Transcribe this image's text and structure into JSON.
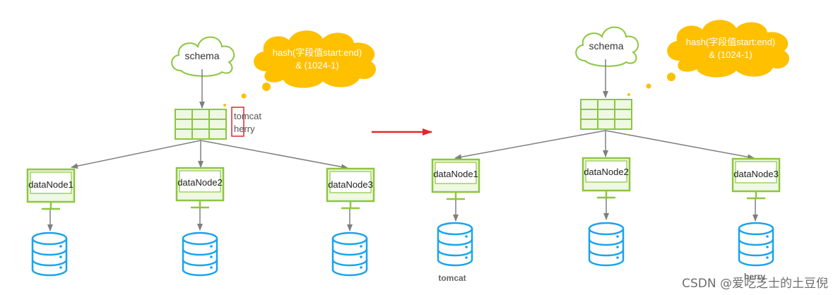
{
  "colors": {
    "green_stroke": "#8dc63f",
    "green_fill": "#eef8e2",
    "cloud_yellow": "#ffc000",
    "arrow_gray": "#7f7f7f",
    "db_blue": "#1aa3f0",
    "red_arrow": "#e3262d",
    "red_box": "#e3262d"
  },
  "left": {
    "schema_label": "schema",
    "hash_line1": "hash(字段值start:end)",
    "hash_line2": "& (1024-1)",
    "values": [
      "tomcat",
      "herry"
    ],
    "nodes": [
      "dataNode1",
      "dataNode2",
      "dataNode3"
    ]
  },
  "right": {
    "schema_label": "schema",
    "hash_line1": "hash(字段值start:end)",
    "hash_line2": "& (1024-1)",
    "nodes": [
      "dataNode1",
      "dataNode2",
      "dataNode3"
    ],
    "db_labels": [
      "tomcat",
      "",
      "herry"
    ]
  },
  "icons": {
    "schema": "cloud-icon",
    "hash": "thought-cloud-icon",
    "table": "table-grid-icon",
    "node": "monitor-icon",
    "db": "database-icon",
    "transition": "right-arrow-icon"
  },
  "watermark": "CSDN @爱吃芝士的土豆倪"
}
